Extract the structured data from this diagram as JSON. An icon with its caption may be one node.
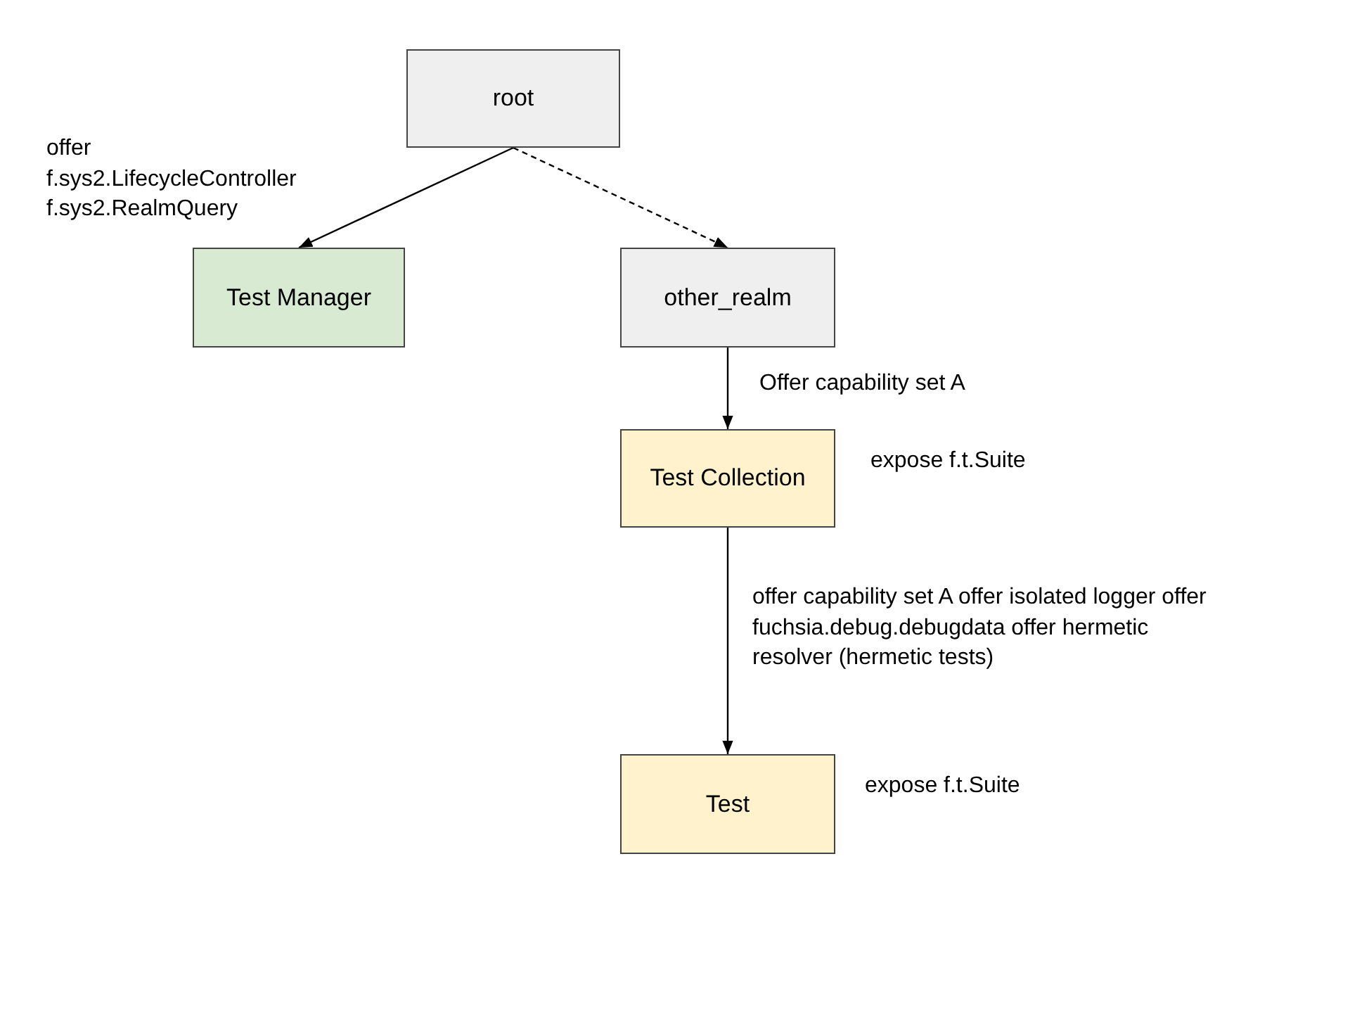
{
  "diagram": {
    "nodes": [
      {
        "text": [
          "root"
        ]
      },
      {
        "text": [
          "Test Manager"
        ]
      },
      {
        "text": [
          "other_realm"
        ]
      },
      {
        "text": [
          "Test Collection"
        ],
        "beside": [
          "expose f.t.Suite"
        ]
      },
      {
        "text": [
          "Test"
        ],
        "beside": [
          "expose f.t.Suite"
        ]
      }
    ],
    "edges": [
      {
        "from": 0,
        "to": 1,
        "arrow": "to",
        "label": "offer f.sys2.LifecycleController f.sys2.RealmQuery"
      },
      {
        "from": 0,
        "to": 2,
        "arrow": "to",
        "style": "dashed"
      },
      {
        "from": 2,
        "to": 3,
        "arrow": "to",
        "label": "Offer capability set A"
      },
      {
        "from": 3,
        "to": 4,
        "arrow": "to",
        "label": "offer capability set A offer isolated logger offer fuchsia.debug.debugdata offer hermetic resolver (hermetic tests)"
      }
    ]
  }
}
